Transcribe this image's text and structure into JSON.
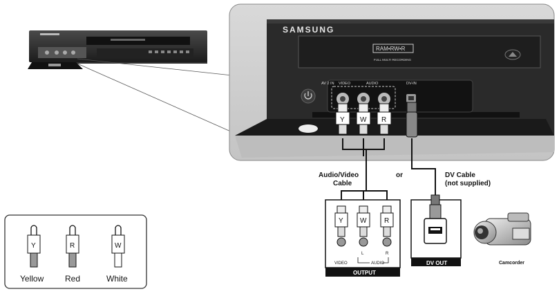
{
  "device": {
    "brand": "SAMSUNG",
    "disc_logo": "RAM•RW•R",
    "disc_caption": "FULL MULTI RECORDING",
    "panel_labels": {
      "av_in": "AV 2 IN",
      "video": "VIDEO",
      "audio": "AUDIO",
      "dv_in": "DV-IN"
    }
  },
  "cables": {
    "av_label_line1": "Audio/Video",
    "av_label_line2": "Cable",
    "or_label": "or",
    "dv_label_line1": "DV Cable",
    "dv_label_line2": "(not supplied)"
  },
  "output_box": {
    "label_video": "VIDEO",
    "label_audio": "AUDIO",
    "label_l": "L",
    "label_r": "R",
    "footer": "OUTPUT"
  },
  "dv_box": {
    "footer": "DV OUT"
  },
  "camcorder_label": "Camcorder",
  "plug_letters": {
    "yellow": "Y",
    "white": "W",
    "red": "R"
  },
  "legend": {
    "items": [
      {
        "letter": "Y",
        "label": "Yellow"
      },
      {
        "letter": "R",
        "label": "Red"
      },
      {
        "letter": "W",
        "label": "White"
      }
    ]
  }
}
